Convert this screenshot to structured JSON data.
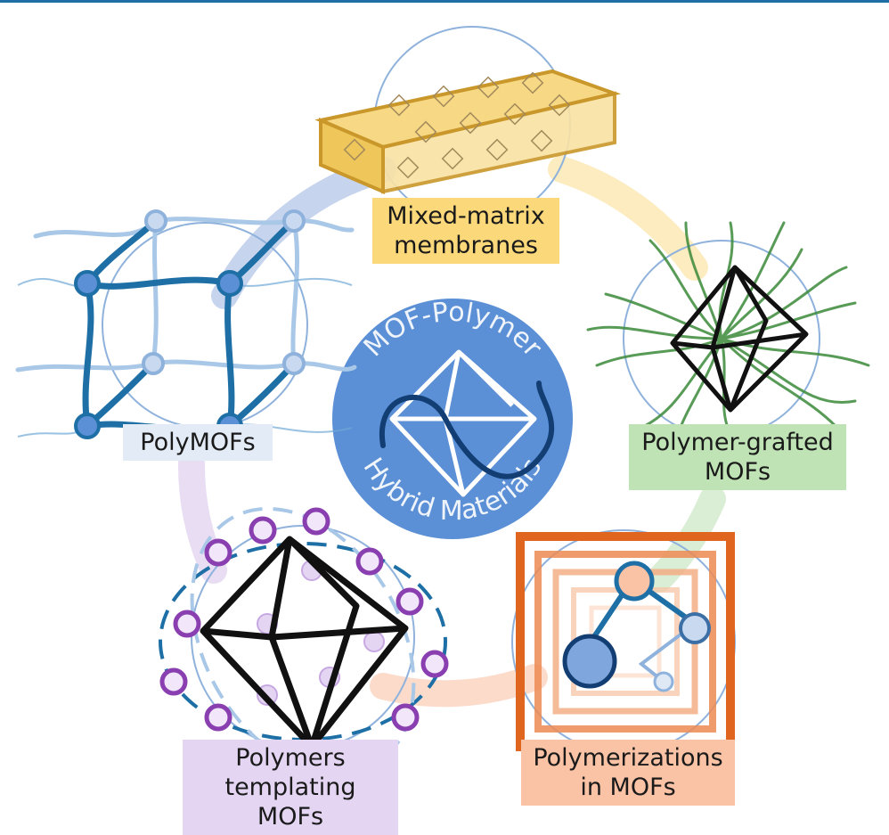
{
  "center": {
    "title_top": "MOF-Polymer",
    "title_bottom": "Hybrid Materials",
    "fill": "#5b8fd6"
  },
  "categories": [
    {
      "id": "mixed-matrix-membranes",
      "lines": [
        "Mixed-matrix",
        "membranes"
      ],
      "color": "#fbd97a"
    },
    {
      "id": "polymofs",
      "lines": [
        "PolyMOFs"
      ],
      "color": "#e3ebf6"
    },
    {
      "id": "polymer-grafted-mofs",
      "lines": [
        "Polymer-grafted",
        "MOFs"
      ],
      "color": "#bfe3b4"
    },
    {
      "id": "polymers-templating-mofs",
      "lines": [
        "Polymers",
        "templating MOFs"
      ],
      "color": "#e4d6f3"
    },
    {
      "id": "polymerizations-in-mofs",
      "lines": [
        "Polymerizations",
        "in MOFs"
      ],
      "color": "#fbc3a6"
    }
  ],
  "colors": {
    "accent_blue": "#1d6fa5",
    "membrane_gold": "#c9972a",
    "graft_green": "#3c8a3a",
    "template_purple": "#8a3fb0",
    "inmof_orange": "#e0661f"
  }
}
